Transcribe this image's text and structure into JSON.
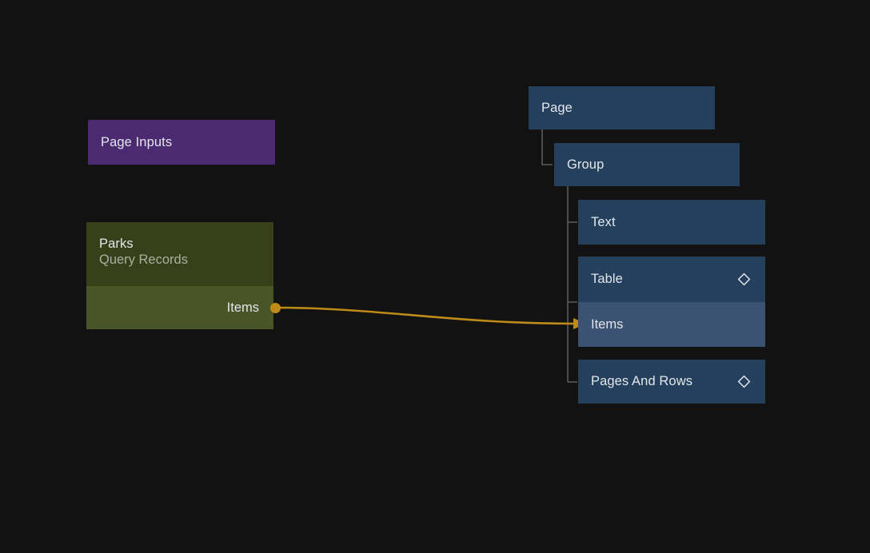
{
  "canvas": {
    "background": "#121212",
    "accent_wire": "#bf8b18",
    "tree_line": "#5a5a5a"
  },
  "nodes": {
    "page_inputs": {
      "title": "Page Inputs",
      "color": "#4b2a72"
    },
    "parks": {
      "title": "Parks",
      "subtitle": "Query Records",
      "output_port_label": "Items",
      "header_color": "#374019",
      "body_color": "#4a5527"
    },
    "page": {
      "title": "Page",
      "color": "#24405c"
    },
    "group": {
      "title": "Group",
      "color": "#24405c"
    },
    "text": {
      "title": "Text",
      "color": "#24405c"
    },
    "table": {
      "title": "Table",
      "icon": "diamond-icon",
      "input_port_label": "Items",
      "header_color": "#24405c",
      "port_color": "#3b5272"
    },
    "pages_and_rows": {
      "title": "Pages And Rows",
      "icon": "diamond-icon",
      "color": "#24405c"
    }
  }
}
